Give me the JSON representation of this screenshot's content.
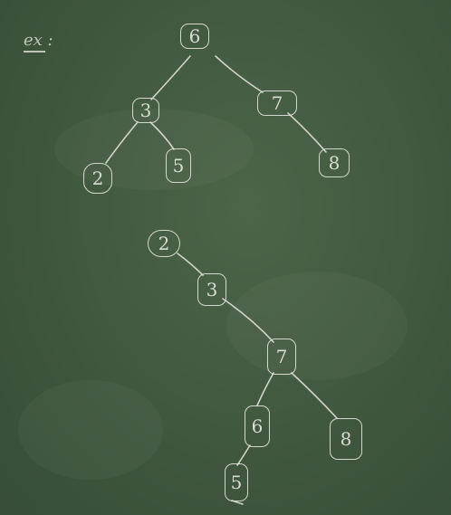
{
  "label": {
    "text": "ex :"
  },
  "tree_a": {
    "root": "6",
    "left": "3",
    "right": "7",
    "left_left": "2",
    "left_right": "5",
    "right_right": "8"
  },
  "tree_b": {
    "n1": "2",
    "n2": "3",
    "n3": "7",
    "n4": "6",
    "n5": "8",
    "n6": "5"
  }
}
